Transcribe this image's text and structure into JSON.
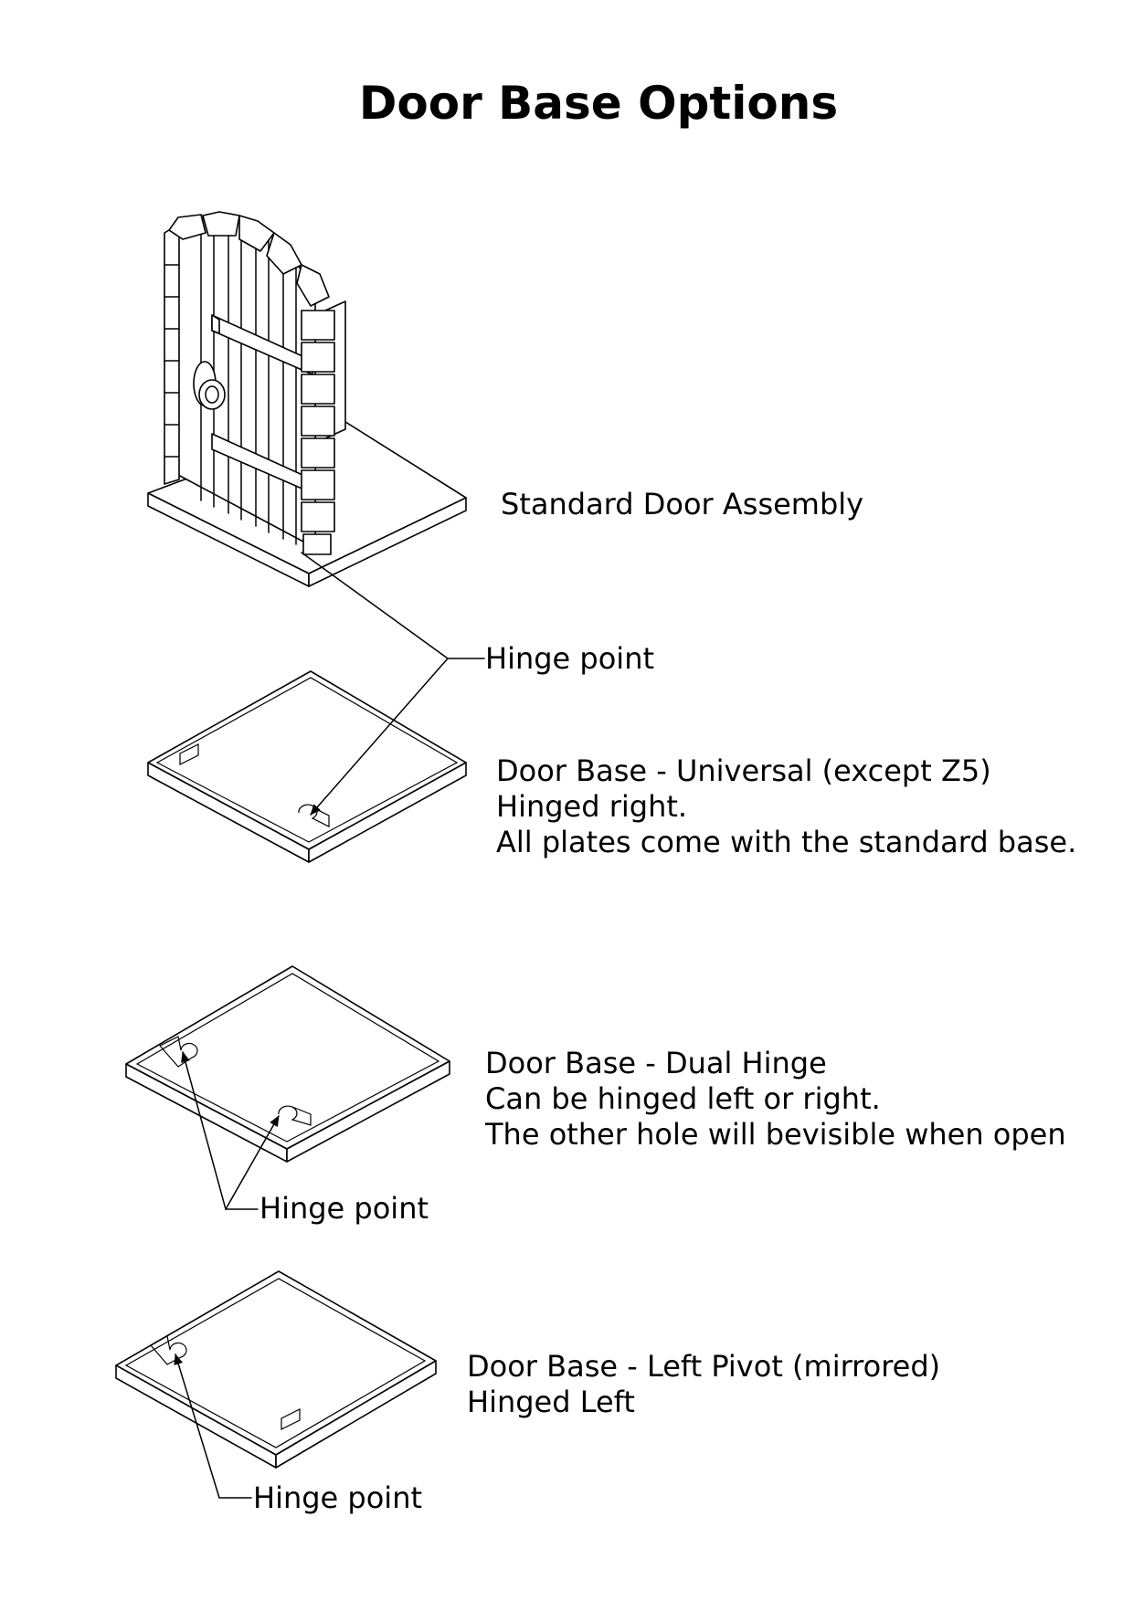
{
  "title": "Door Base Options",
  "labels": {
    "standard_door": "Standard Door Assembly",
    "hinge_point_1": "Hinge point",
    "universal_line1": "Door Base - Universal (except Z5)",
    "universal_line2": "Hinged right.",
    "universal_line3": "All plates come with the standard base.",
    "dual_line1": "Door Base - Dual Hinge",
    "dual_line2": "Can be hinged left or  right.",
    "dual_line3": "The other hole will bevisible when open",
    "hinge_point_2": "Hinge point",
    "left_line1": "Door Base - Left Pivot (mirrored)",
    "left_line2": "Hinged Left",
    "hinge_point_3": "Hinge point"
  }
}
